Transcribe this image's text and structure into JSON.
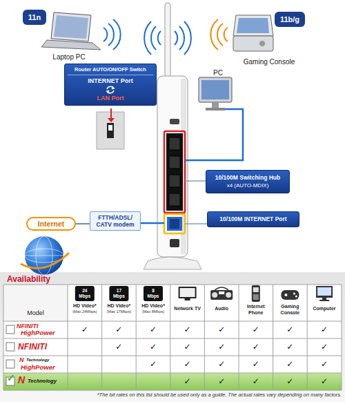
{
  "diagram": {
    "nodes": [
      {
        "text": [
          "11n"
        ]
      },
      {
        "text": [
          "11b/g"
        ]
      },
      {
        "text": [
          "Router AUTO/ON/OFF Switch",
          "INTERNET Port",
          "LAN Port"
        ]
      },
      {
        "text": [
          "10/100M Switching Hub",
          "x4 (AUTO-MDIX)"
        ]
      },
      {
        "text": [
          "Internet"
        ]
      },
      {
        "text": [
          "FTTH/ADSL/ CATV modem"
        ]
      },
      {
        "text": [
          "10/100M INTERNET Port"
        ]
      }
    ],
    "edges": [
      {
        "from": 4,
        "to": 5,
        "arrow": "none"
      }
    ],
    "labels": [
      "Laptop PC",
      "Gaming Console",
      "PC",
      "Availability",
      "Model",
      "24 Mbps",
      "HD Video*",
      "(Max 24Mbps)",
      "17 Mbps",
      "HD Video*",
      "(Max 17Mbps)",
      "8 Mbps",
      "HD Video*",
      "(Max 8Mbps)",
      "Network TV",
      "Audio",
      "Internet Phone",
      "Gaming Console",
      "Computer",
      "NFINITI",
      "HighPower",
      "✓",
      "✓",
      "✓",
      "✓",
      "✓",
      "✓",
      "✓",
      "✓",
      "NFINITI",
      "✓",
      "✓",
      "✓",
      "✓",
      "✓",
      "✓",
      "✓",
      "N",
      "Technology",
      "HighPower",
      "✓",
      "✓",
      "✓",
      "✓",
      "✓",
      "✓",
      "✓",
      "N",
      "Technology",
      "✓",
      "✓",
      "✓",
      "✓",
      "✓",
      "*The bit rates on this list should be used only as a guide. The actual rates vary depending on many factors."
    ]
  }
}
